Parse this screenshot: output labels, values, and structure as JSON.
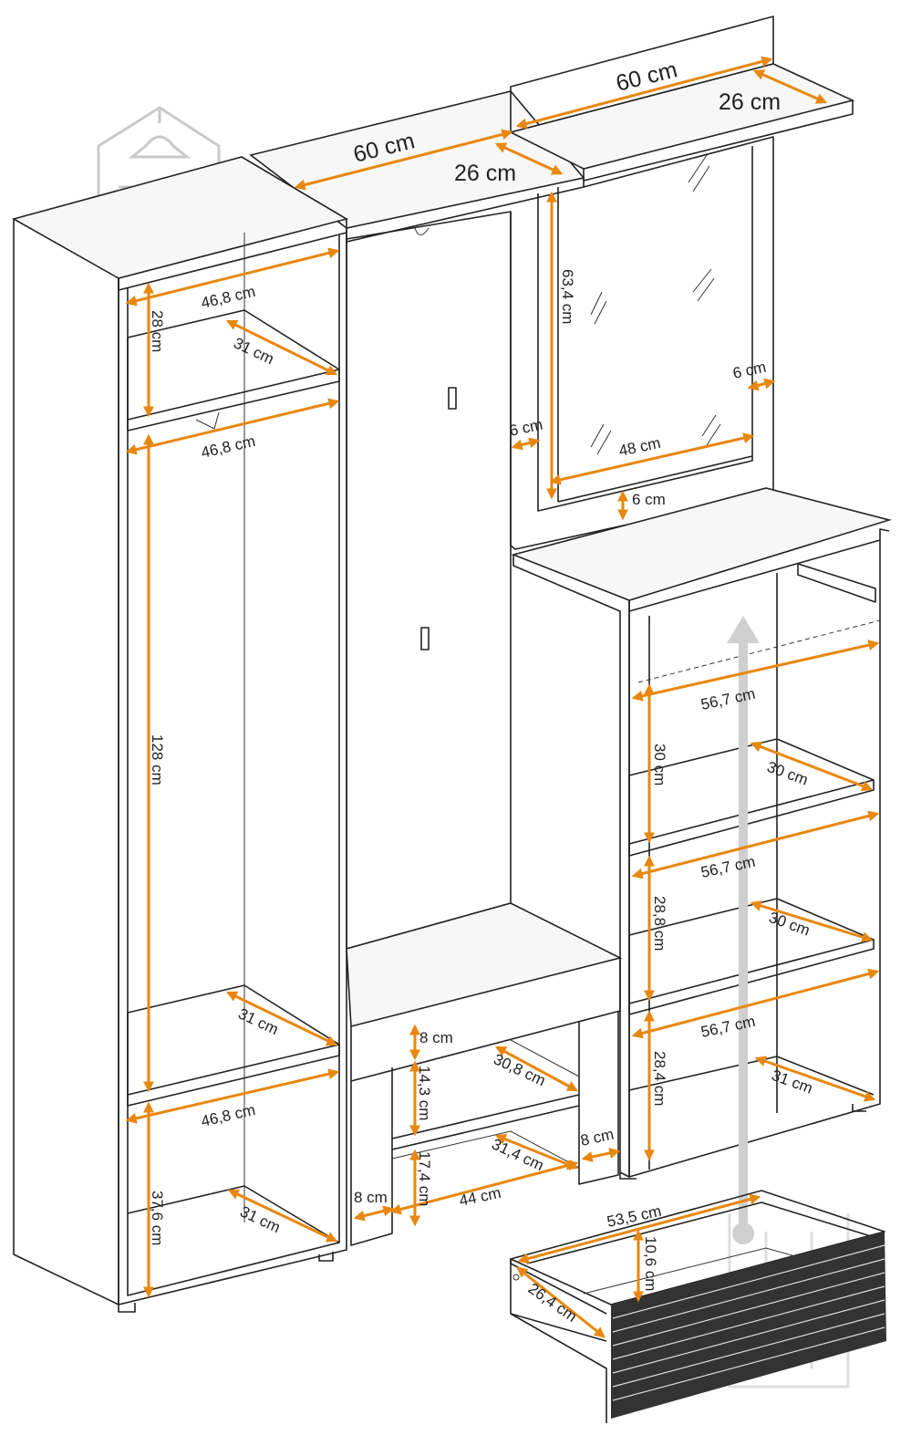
{
  "dimensions": {
    "top_shelf_left_width": "60 cm",
    "top_shelf_left_depth": "26 cm",
    "top_shelf_right_width": "60 cm",
    "top_shelf_right_depth": "26 cm",
    "mirror_height": "63,4 cm",
    "mirror_width": "48 cm",
    "mirror_frame_right": "6 cm",
    "mirror_frame_left": "6 cm",
    "mirror_frame_bottom": "6 cm",
    "wardrobe_top_width": "46,8 cm",
    "wardrobe_top_height": "28 cm",
    "wardrobe_top_depth": "31 cm",
    "wardrobe_rail_width": "46,8 cm",
    "wardrobe_hanging_height": "128 cm",
    "wardrobe_mid_depth": "31 cm",
    "wardrobe_bottom_width": "46,8 cm",
    "wardrobe_bottom_height": "37,6 cm",
    "wardrobe_bottom_depth": "31 cm",
    "shelf_unit_width_1": "56,7 cm",
    "shelf_unit_height_1": "30 cm",
    "shelf_unit_depth_1": "30 cm",
    "shelf_unit_width_2": "56,7 cm",
    "shelf_unit_height_2": "28,8 cm",
    "shelf_unit_depth_2": "30 cm",
    "shelf_unit_width_3": "56,7 cm",
    "shelf_unit_height_3": "28,4 cm",
    "shelf_unit_depth_3": "31 cm",
    "bench_top_height": "8 cm",
    "bench_mid_height": "14,3 cm",
    "bench_depth_upper": "30,8 cm",
    "bench_leg_width": "8 cm",
    "bench_lower_height": "17,4 cm",
    "bench_depth_lower": "31,4 cm",
    "bench_inner_width": "44 cm",
    "bench_left_leg": "8 cm",
    "drawer_width": "53,5 cm",
    "drawer_height": "10,6 cm",
    "drawer_depth": "26,4 cm"
  },
  "colors": {
    "dimension_line": "#e8870e",
    "outline": "#222222",
    "watermark": "#c9c9c9",
    "drawer_front": "#333333"
  },
  "icons": [
    "house-hanger-sofa-watermark",
    "wardrobe-watermark",
    "up-arrow"
  ]
}
